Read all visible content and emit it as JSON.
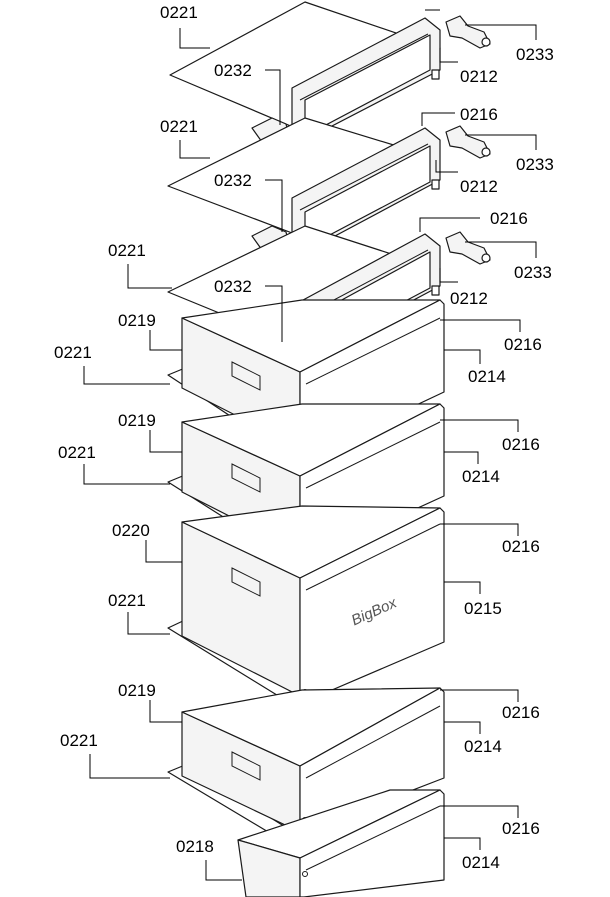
{
  "colors": {
    "line": "#1a1a1a",
    "background": "#ffffff"
  },
  "brand_label": "BigBox",
  "callouts": [
    {
      "id": "c1",
      "text": "0221"
    },
    {
      "id": "c2",
      "text": "0232"
    },
    {
      "id": "c3",
      "text": "0233"
    },
    {
      "id": "c4",
      "text": "0212"
    },
    {
      "id": "c5",
      "text": "0216"
    },
    {
      "id": "c6",
      "text": "0221"
    },
    {
      "id": "c7",
      "text": "0232"
    },
    {
      "id": "c8",
      "text": "0233"
    },
    {
      "id": "c9",
      "text": "0212"
    },
    {
      "id": "c10",
      "text": "0216"
    },
    {
      "id": "c11",
      "text": "0221"
    },
    {
      "id": "c12",
      "text": "0232"
    },
    {
      "id": "c13",
      "text": "0233"
    },
    {
      "id": "c14",
      "text": "0212"
    },
    {
      "id": "c15",
      "text": "0219"
    },
    {
      "id": "c16",
      "text": "0221"
    },
    {
      "id": "c17",
      "text": "0216"
    },
    {
      "id": "c18",
      "text": "0214"
    },
    {
      "id": "c19",
      "text": "0219"
    },
    {
      "id": "c20",
      "text": "0221"
    },
    {
      "id": "c21",
      "text": "0216"
    },
    {
      "id": "c22",
      "text": "0214"
    },
    {
      "id": "c23",
      "text": "0220"
    },
    {
      "id": "c24",
      "text": "0221"
    },
    {
      "id": "c25",
      "text": "0216"
    },
    {
      "id": "c26",
      "text": "0215"
    },
    {
      "id": "c27",
      "text": "0219"
    },
    {
      "id": "c28",
      "text": "0221"
    },
    {
      "id": "c29",
      "text": "0216"
    },
    {
      "id": "c30",
      "text": "0214"
    },
    {
      "id": "c31",
      "text": "0218"
    },
    {
      "id": "c32",
      "text": "0216"
    },
    {
      "id": "c33",
      "text": "0214"
    }
  ]
}
